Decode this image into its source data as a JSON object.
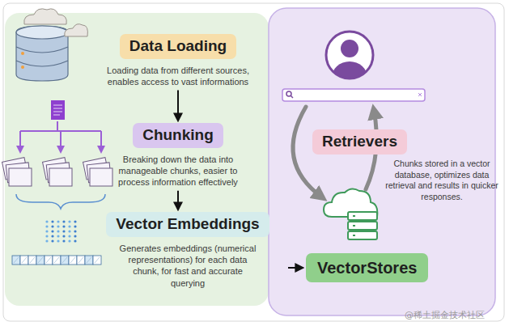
{
  "diagram": {
    "nodes": [
      {
        "text": [
          "Data Loading",
          "Loading data from different sources, enables access to vast informations"
        ]
      },
      {
        "text": [
          "Chunking",
          "Breaking down the data into manageable chunks, easier to process information effectively"
        ]
      },
      {
        "text": [
          "Vector Embeddings",
          "Generates embeddings (numerical representations) for each data chunk, for fast and accurate querying"
        ]
      },
      {
        "text": [
          "VectorStores"
        ]
      },
      {
        "text": [
          "Retrievers",
          "Chunks stored in a vector database, optimizes data retrieval and results in quicker responses."
        ]
      }
    ],
    "edges": [
      {
        "from": 0,
        "to": 1,
        "arrow": "to"
      },
      {
        "from": 1,
        "to": 2,
        "arrow": "to"
      },
      {
        "from": 2,
        "to": 3,
        "arrow": "to"
      }
    ],
    "labels": [
      "@稀土掘金技术社区"
    ]
  }
}
